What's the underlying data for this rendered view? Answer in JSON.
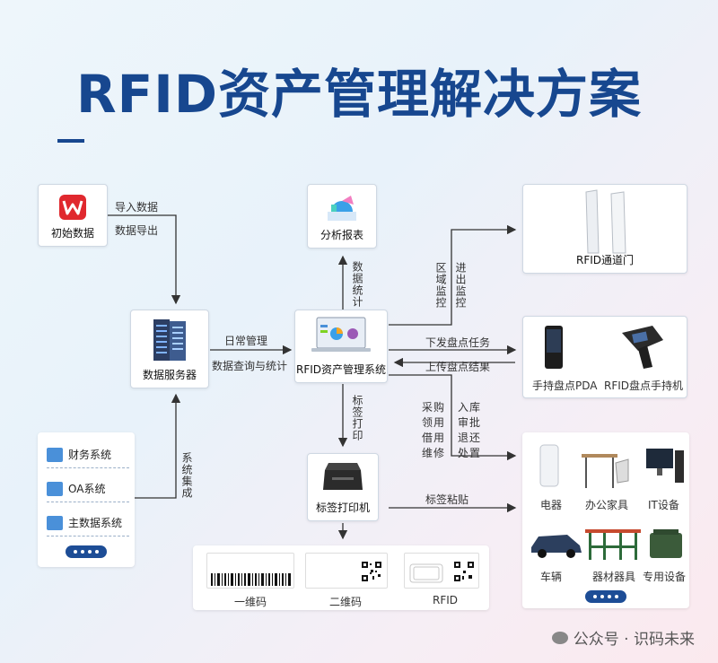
{
  "title": "RFID资产管理解决方案",
  "nodes": {
    "initial": "初始数据",
    "server": "数据服务器",
    "rfid_system": "RFID资产管理系统",
    "report": "分析报表",
    "printer": "标签打印机",
    "gate": "RFID通道门",
    "pda": "手持盘点PDA",
    "rfid_handheld": "RFID盘点手持机",
    "barcode_1d": "一维码",
    "barcode_2d": "二维码",
    "barcode_rfid": "RFID"
  },
  "sub_systems": [
    "财务系统",
    "OA系统",
    "主数据系统"
  ],
  "assets": [
    "电器",
    "办公家具",
    "IT设备",
    "车辆",
    "器材器具",
    "专用设备"
  ],
  "edges": {
    "import": "导入数据",
    "export": "数据导出",
    "daily": "日常管理",
    "query": "数据查询与统计",
    "stats": "数据统计",
    "zone_monitor": "区域监控",
    "inout_monitor": "进出监控",
    "issue_task": "下发盘点任务",
    "upload_result": "上传盘点结果",
    "label_print": "标签打印",
    "procure": "采购领用借用维修",
    "approve": "入库审批退还处置",
    "sys_integration": "系统集成",
    "label_paste": "标签粘贴"
  },
  "watermark": "公众号 · 识码未来",
  "colors": {
    "title": "#17478f",
    "accent": "#1d4d96",
    "arrow": "#333333"
  }
}
